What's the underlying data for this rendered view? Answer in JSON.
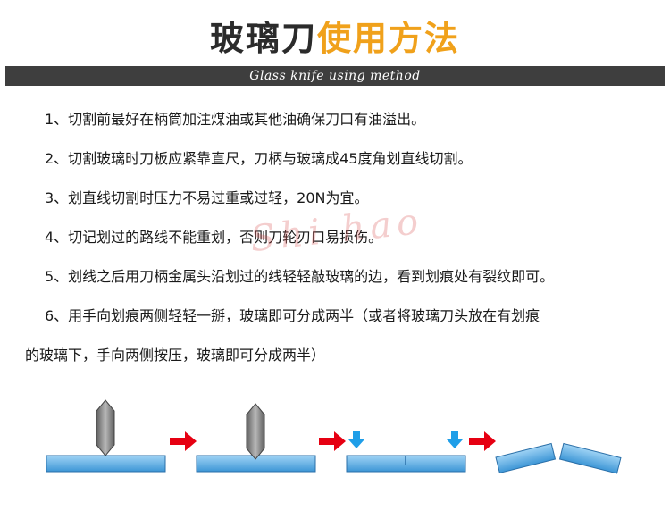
{
  "header": {
    "title_dark": "玻璃刀",
    "title_accent": "使用方法",
    "subtitle": "Glass knife using method"
  },
  "steps": [
    "1、切割前最好在柄筒加注煤油或其他油确保刀口有油溢出。",
    "2、切割玻璃时刀板应紧靠直尺，刀柄与玻璃成45度角划直线切割。",
    "3、划直线切割时压力不易过重或过轻，20N为宜。",
    "4、切记划过的路线不能重划，否则刀轮刃口易损伤。",
    "5、划线之后用刀柄金属头沿划过的线轻轻敲玻璃的边，看到划痕处有裂纹即可。",
    "6、用手向划痕两侧轻轻一掰，玻璃即可分成两半（或者将玻璃刀头放在有划痕",
    "的玻璃下，手向两侧按压，玻璃即可分成两半）"
  ],
  "watermark": "Shi hao",
  "colors": {
    "title_accent": "#f0a11b",
    "banner": "#3e3e3e",
    "glass": "#5aaee8",
    "arrow_red": "#e60012",
    "arrow_blue": "#1f9ee8",
    "knife": "#8a8a8a"
  }
}
